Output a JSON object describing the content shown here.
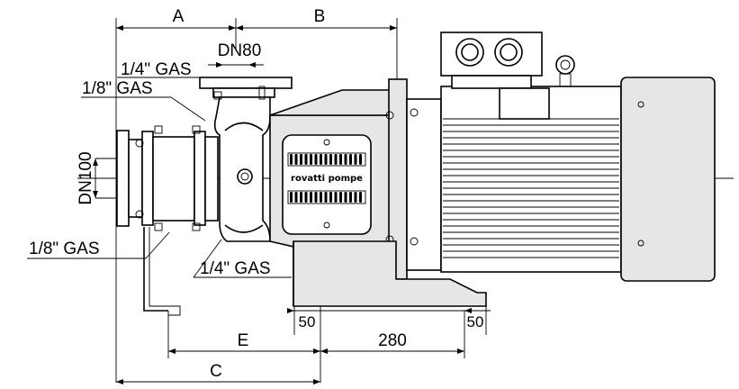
{
  "dimensions": {
    "a": "A",
    "b": "B",
    "c": "C",
    "e": "E",
    "dn_outlet": "DN80",
    "dn_inlet": "DN100",
    "d50_left": "50",
    "d50_right": "50",
    "d280": "280"
  },
  "ports": {
    "gas_quarter_top": "1/4\" GAS",
    "gas_eighth_top": "1/8\" GAS",
    "gas_eighth_bottom": "1/8\" GAS",
    "gas_quarter_bottom": "1/4\" GAS"
  },
  "brand": {
    "name": "rovatti pompe"
  }
}
